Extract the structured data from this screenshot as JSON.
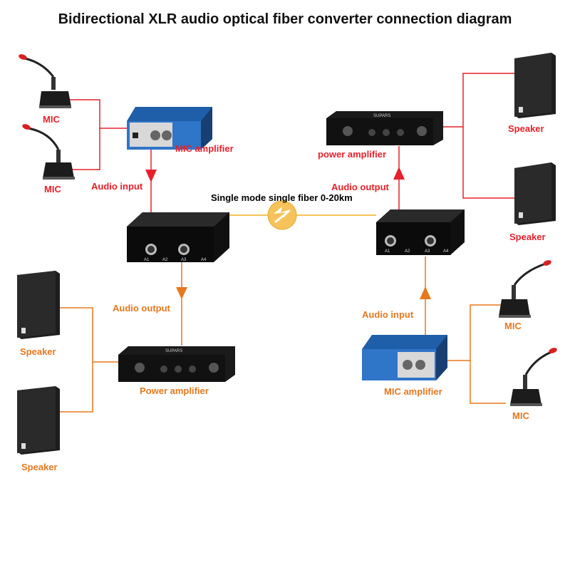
{
  "title": "Bidirectional XLR audio optical fiber converter connection diagram",
  "colors": {
    "red": "#e8202a",
    "orange": "#e6781e",
    "fiber": "#f5c35a"
  },
  "labels": {
    "mic_tl1": "MIC",
    "mic_tl2": "MIC",
    "mic_amp_left": "MIC amplifier",
    "audio_input_left": "Audio input",
    "fiber": "Single mode single fiber 0-20km",
    "audio_output_left": "Audio output",
    "speaker_bl1": "Speaker",
    "speaker_bl2": "Speaker",
    "power_amp_left": "Power amplifier",
    "speaker_tr1": "Speaker",
    "speaker_tr2": "Speaker",
    "power_amp_right": "power amplifier",
    "audio_output_right": "Audio output",
    "audio_input_right": "Audio input",
    "mic_br1": "MIC",
    "mic_br2": "MIC",
    "mic_amp_right": "MIC amplifier"
  },
  "converter_ports": [
    "A1",
    "A2",
    "A3",
    "A4"
  ],
  "devices": {
    "amp_brand": "SUPARS"
  }
}
